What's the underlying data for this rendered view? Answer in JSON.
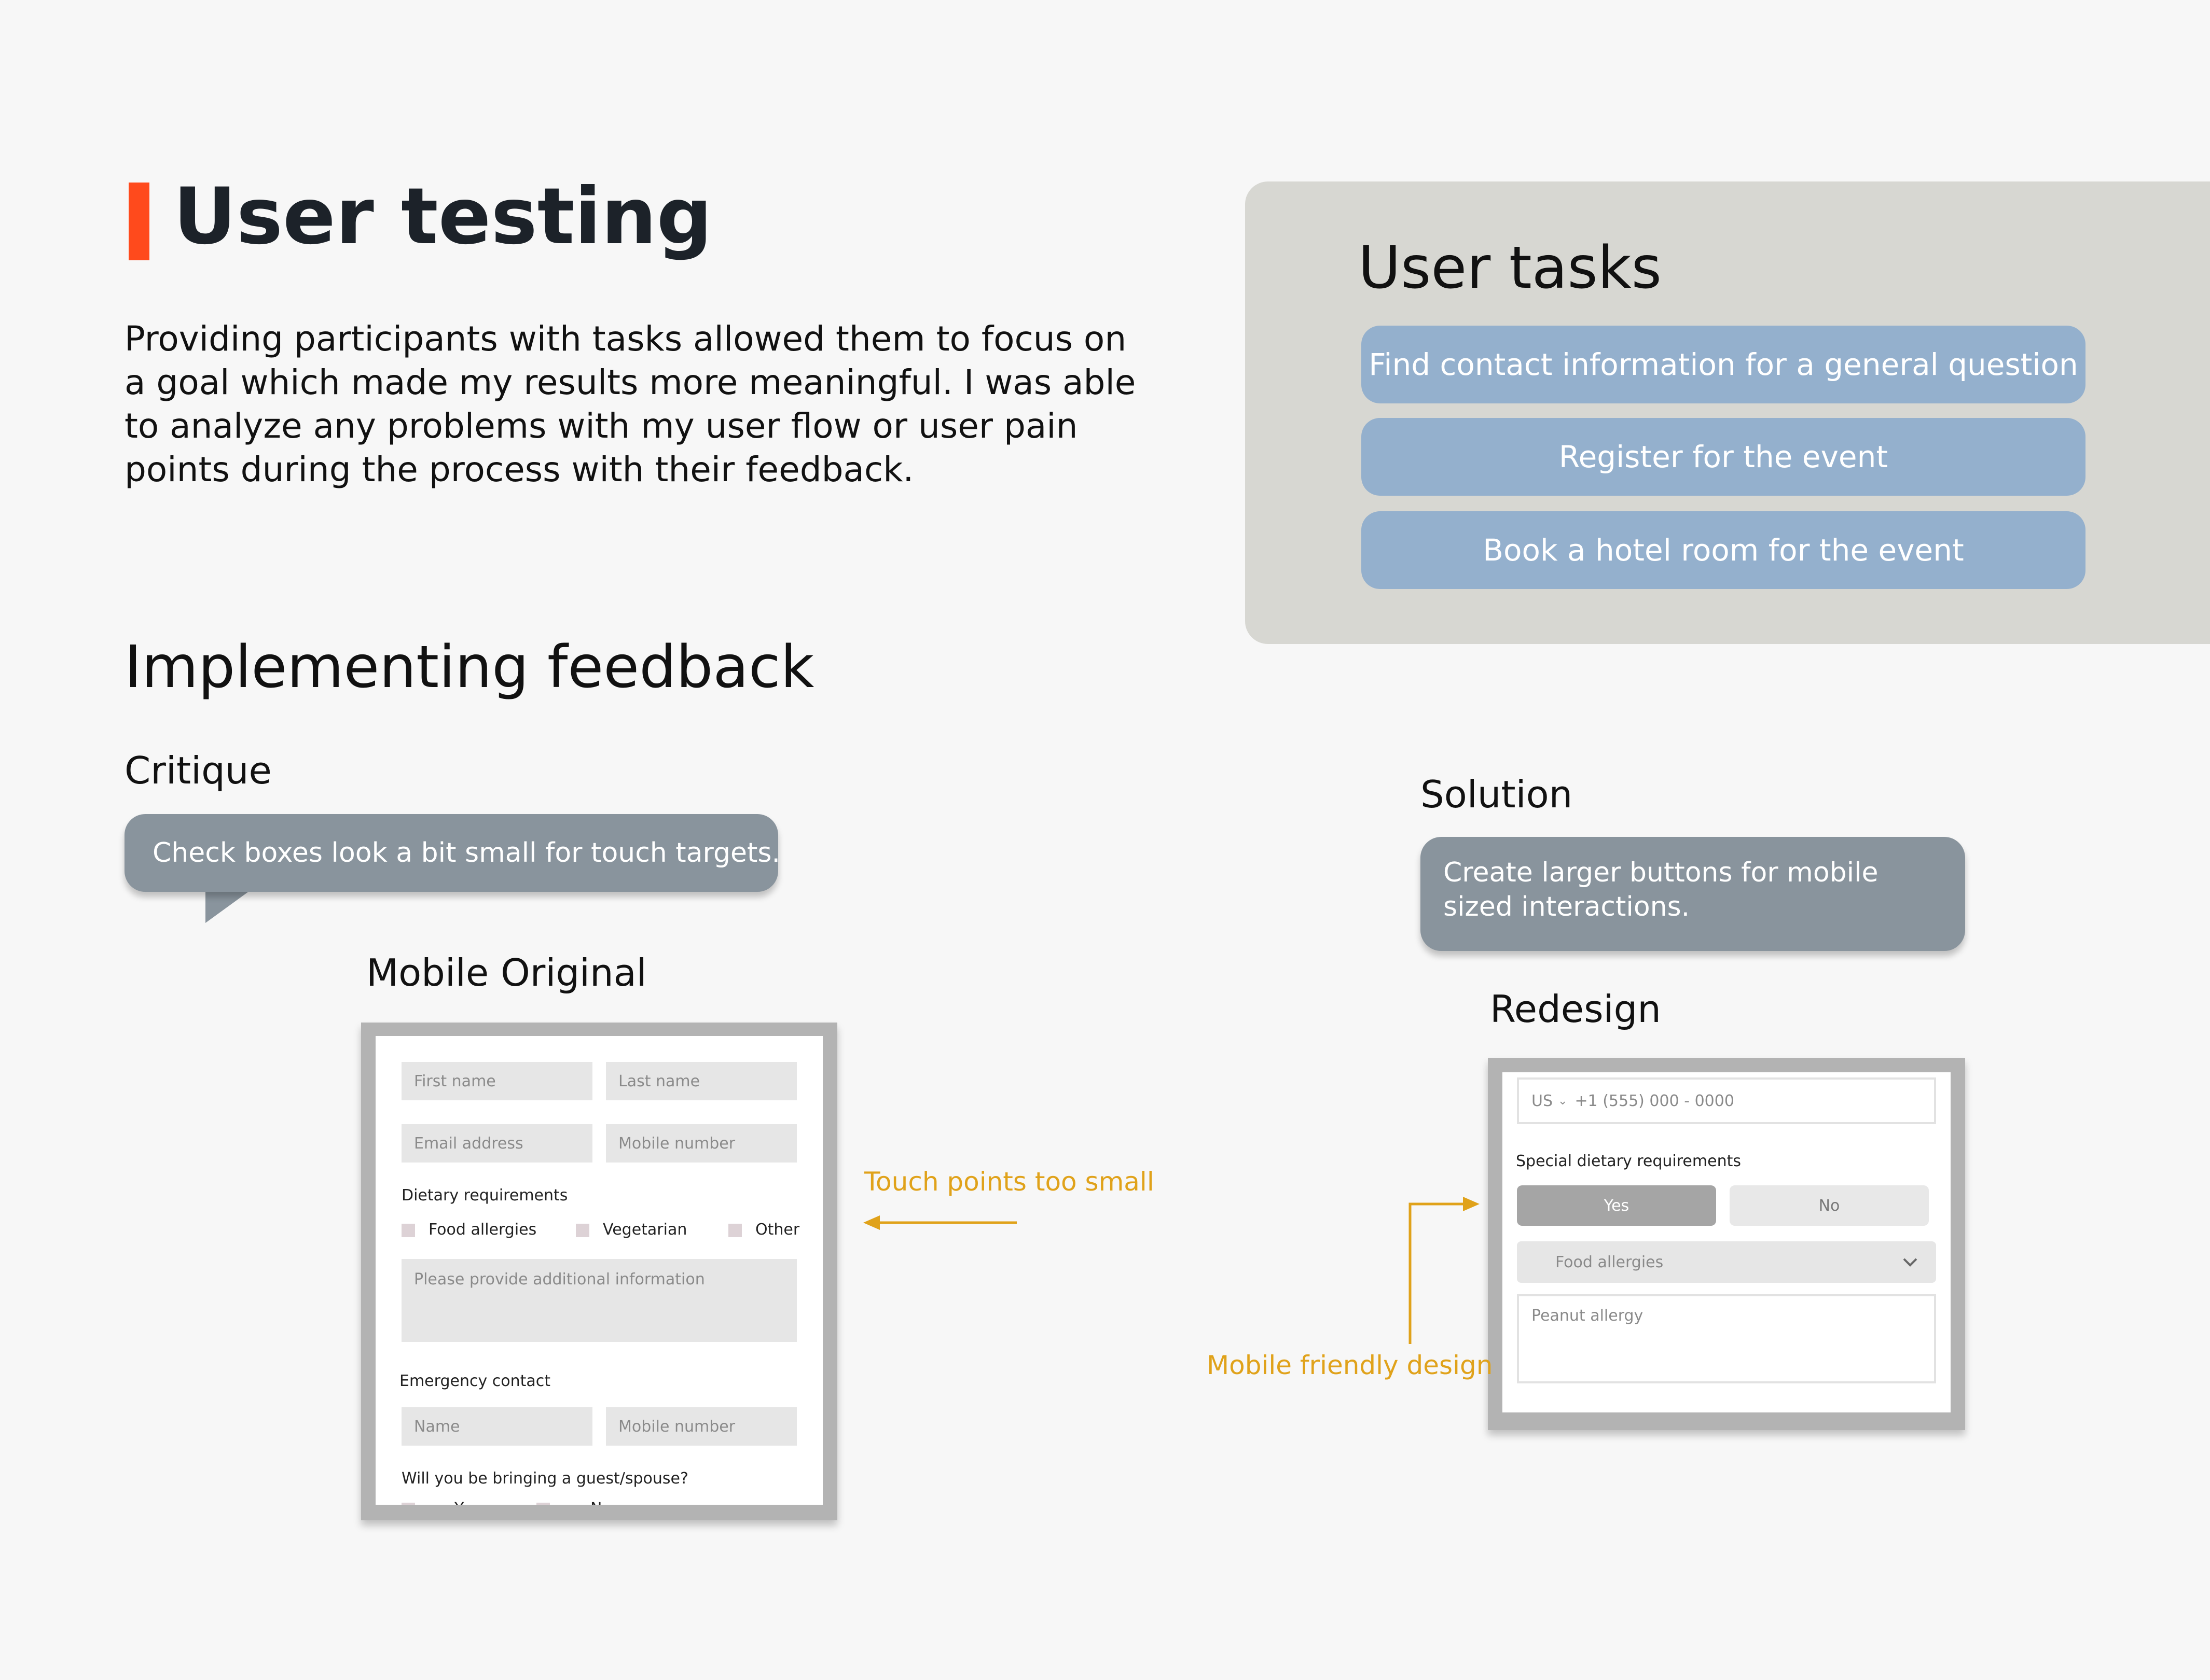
{
  "header": {
    "title": "User testing",
    "intro": "Providing participants with tasks allowed them to focus on a goal which made my results more meaningful. I was able to analyze any problems with my user flow or user pain points during the process with their feedback."
  },
  "tasks": {
    "title": "User tasks",
    "items": [
      {
        "label": "Find contact information for a general question"
      },
      {
        "label": "Register for the event"
      },
      {
        "label": "Book a hotel room for the event"
      }
    ]
  },
  "feedback": {
    "title": "Implementing feedback",
    "critique_heading": "Critique",
    "critique_text": "Check boxes look a bit small for touch targets.",
    "solution_heading": "Solution",
    "solution_text": "Create larger buttons for mobile sized interactions.",
    "original_heading": "Mobile Original",
    "redesign_heading": "Redesign",
    "annotation_original": "Touch points too small",
    "annotation_redesign": "Mobile friendly design"
  },
  "original_form": {
    "first_name": "First name",
    "last_name": "Last name",
    "email": "Email address",
    "mobile": "Mobile number",
    "dietary_label": "Dietary requirements",
    "options": [
      "Food allergies",
      "Vegetarian",
      "Other"
    ],
    "additional_info": "Please provide additional information",
    "emergency_label": "Emergency contact",
    "name": "Name",
    "emergency_mobile": "Mobile number",
    "guest_question": "Will you be bringing a guest/spouse?",
    "guest_yes": "Yes",
    "guest_no": "No"
  },
  "redesign_form": {
    "country_code": "US",
    "phone_placeholder": "+1 (555) 000 - 0000",
    "dietary_label": "Special dietary requirements",
    "yes": "Yes",
    "no": "No",
    "select_value": "Food allergies",
    "textarea_value": "Peanut allergy"
  },
  "colors": {
    "accent": "#ff4a1c",
    "task_button": "#94b0cd",
    "bubble": "#89949d",
    "annotation": "#e0a21a"
  },
  "icons": [
    "chevron-down-icon",
    "arrow-left-icon",
    "arrow-right-icon"
  ]
}
